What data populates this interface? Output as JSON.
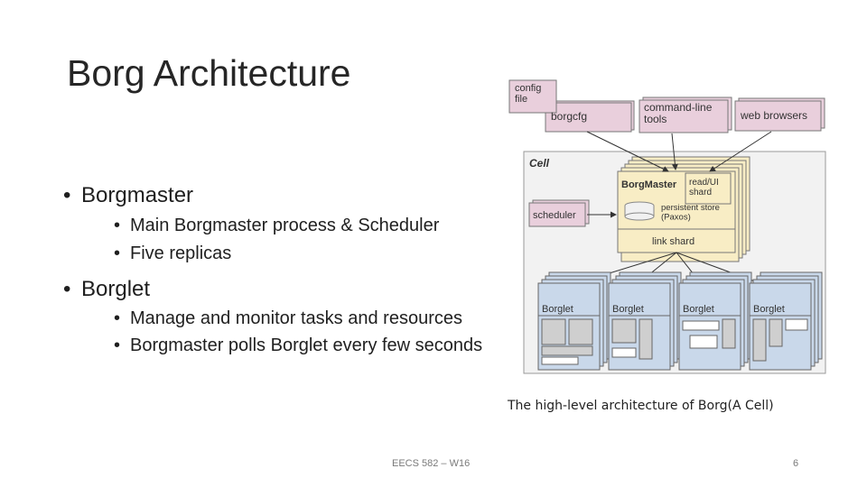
{
  "slide": {
    "title": "Borg Architecture",
    "bullets": [
      {
        "text": "Borgmaster",
        "sub": [
          "Main Borgmaster process & Scheduler",
          "Five replicas"
        ]
      },
      {
        "text": "Borglet",
        "sub": [
          "Manage and monitor tasks and resources",
          "Borgmaster polls Borglet every few seconds"
        ]
      }
    ],
    "caption": "The high-level architecture of Borg(A Cell)",
    "footer_left": "EECS 582 – W16",
    "page_number": "6"
  },
  "diagram": {
    "config_file": "config\nfile",
    "borgcfg": "borgcfg",
    "cmdline_tools": "command-line\ntools",
    "web_browsers": "web browsers",
    "cell": "Cell",
    "borgmaster": "BorgMaster",
    "readui_shard": "read/UI\nshard",
    "persistent_store": "persistent store\n(Paxos)",
    "link_shard": "link shard",
    "scheduler": "scheduler",
    "borglet": "Borglet",
    "colors": {
      "pink": "#e9cfdc",
      "yellow": "#f8edc5",
      "blue": "#c9d8ea",
      "gray": "#cfcfcf",
      "cell_bg": "#f2f2f2"
    }
  }
}
